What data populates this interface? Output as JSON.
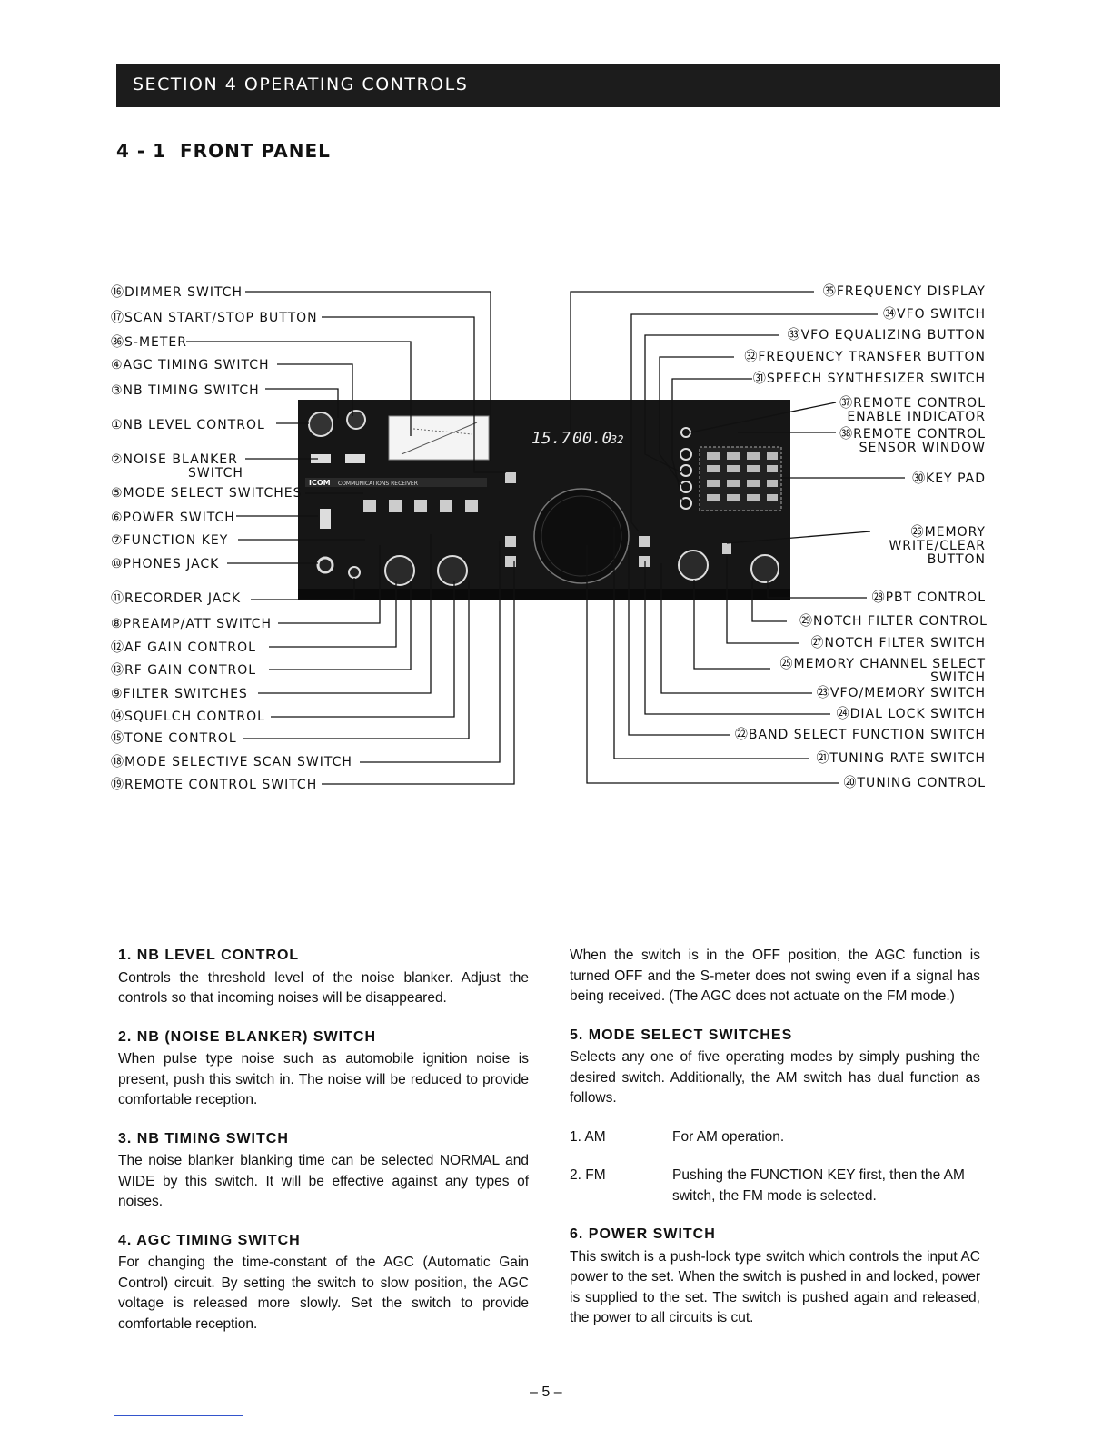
{
  "section_header": "SECTION  4  OPERATING CONTROLS",
  "subsection": {
    "num": "4 - 1",
    "title": "FRONT PANEL"
  },
  "panel": {
    "brand": "ICOM",
    "brand_text": "COMMUNICATIONS RECEIVER",
    "freq_display": "15.7",
    "freq_display2": "00.0",
    "channel_display": "32"
  },
  "callouts_left": [
    "⑯DIMMER SWITCH",
    "⑰SCAN START/STOP BUTTON",
    "㊱S-METER",
    "④AGC TIMING SWITCH",
    "③NB TIMING SWITCH",
    "①NB LEVEL CONTROL",
    "②NOISE BLANKER",
    "SWITCH",
    "⑤MODE SELECT SWITCHES",
    "⑥POWER SWITCH",
    "⑦FUNCTION KEY",
    "⑩PHONES JACK",
    "⑪RECORDER JACK",
    "⑧PREAMP/ATT SWITCH",
    "⑫AF GAIN CONTROL",
    "⑬RF GAIN CONTROL",
    "⑨FILTER SWITCHES",
    "⑭SQUELCH CONTROL",
    "⑮TONE CONTROL",
    "⑱MODE SELECTIVE SCAN SWITCH",
    "⑲REMOTE CONTROL SWITCH"
  ],
  "callouts_right": [
    "㉟FREQUENCY DISPLAY",
    "㉞VFO SWITCH",
    "㉝VFO EQUALIZING BUTTON",
    "㉜FREQUENCY TRANSFER BUTTON",
    "㉛SPEECH SYNTHESIZER SWITCH",
    "㊲REMOTE CONTROL",
    "ENABLE INDICATOR",
    "㊳REMOTE CONTROL",
    "SENSOR WINDOW",
    "㉚KEY PAD",
    "㉖MEMORY",
    "WRITE/CLEAR",
    "BUTTON",
    "㉘PBT CONTROL",
    "㉙NOTCH FILTER CONTROL",
    "㉗NOTCH FILTER SWITCH",
    "㉕MEMORY CHANNEL SELECT",
    "SWITCH",
    "㉓VFO/MEMORY SWITCH",
    "㉔DIAL LOCK SWITCH",
    "㉒BAND SELECT FUNCTION SWITCH",
    "㉑TUNING RATE SWITCH",
    "⑳TUNING CONTROL"
  ],
  "left_column": {
    "s1_title": "1.  NB LEVEL CONTROL",
    "s1_body": "Controls the threshold level of the noise blanker. Adjust the controls so that incoming noises will be disappeared.",
    "s2_title": "2.  NB (NOISE BLANKER) SWITCH",
    "s2_body": "When pulse type noise such as automobile ignition noise is present, push this switch in. The noise will be reduced to provide comfortable reception.",
    "s3_title": "3.  NB TIMING SWITCH",
    "s3_body": "The noise blanker blanking time can be selected NORMAL and WIDE by this switch. It will be effective against any types of noises.",
    "s4_title": "4.  AGC TIMING SWITCH",
    "s4_body": "For changing the time-constant of the AGC (Automatic Gain Control) circuit. By setting the switch to slow position, the AGC voltage is released more slowly. Set the switch to provide comfortable reception."
  },
  "right_column": {
    "cont_body": "When the switch is in the OFF position, the AGC function is turned OFF and the S-meter does not swing even if a signal has being received. (The AGC does not actuate on the FM mode.)",
    "s5_title": "5.  MODE SELECT SWITCHES",
    "s5_body": "Selects any one of five operating modes by simply pushing the desired switch. Additionally, the AM switch has dual function as follows.",
    "item1_key": "1.  AM",
    "item1_val": "For AM operation.",
    "item2_key": "2.  FM",
    "item2_val": "Pushing the FUNCTION KEY first, then the AM switch, the FM mode is selected.",
    "s6_title": "6.  POWER SWITCH",
    "s6_body": "This switch is a push-lock type switch which controls the input AC power to the set. When the switch is pushed in and locked, power is supplied to the set. The switch is pushed again and released, the power to all circuits is cut."
  },
  "page_number": "– 5 –"
}
